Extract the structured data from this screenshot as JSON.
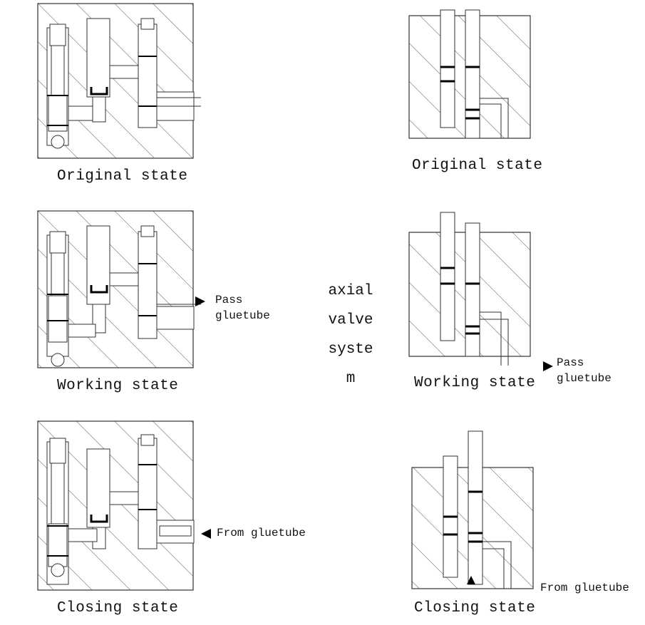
{
  "left_column": {
    "captions": [
      "Original state",
      "Working state",
      "Closing state"
    ],
    "pass_label": [
      "Pass",
      "gluetube"
    ],
    "from_label": "From gluetube"
  },
  "center_label": [
    "axial",
    "valve",
    "syste",
    "m"
  ],
  "right_column": {
    "captions": [
      "Original state",
      "Working state",
      "Closing state"
    ],
    "pass_label": [
      "Pass",
      "gluetube"
    ],
    "from_label": "From gluetube"
  }
}
